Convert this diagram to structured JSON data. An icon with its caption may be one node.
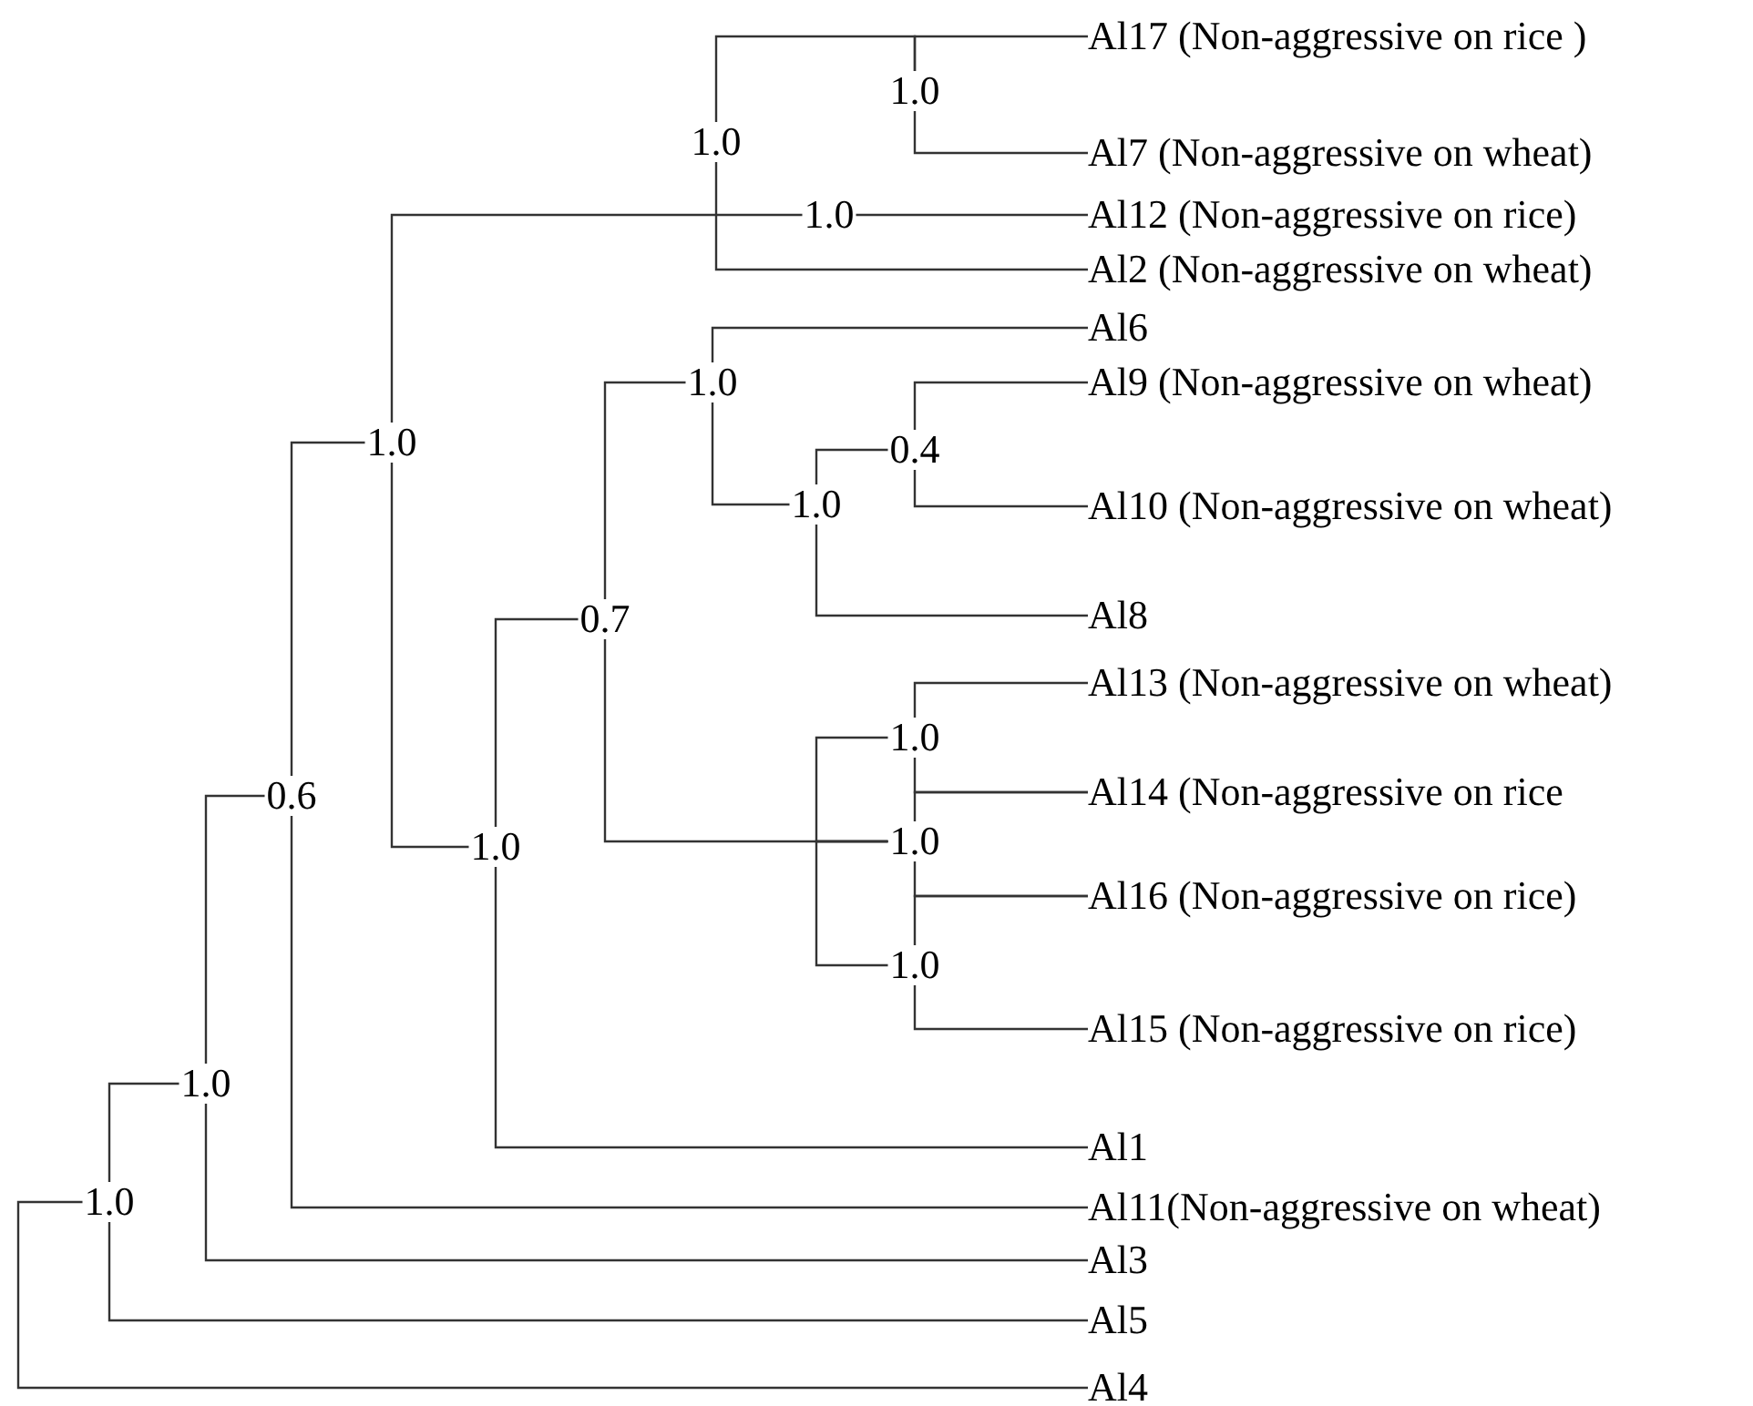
{
  "diagram": {
    "nodes": [
      {
        "text": [
          "Al17 (Non-aggressive on rice )"
        ]
      },
      {
        "text": [
          "1.0"
        ]
      },
      {
        "text": [
          "1.0"
        ]
      },
      {
        "text": [
          "Al7 (Non-aggressive on wheat)"
        ]
      },
      {
        "text": [
          "1.0"
        ]
      },
      {
        "text": [
          "Al12 (Non-aggressive on rice)"
        ]
      },
      {
        "text": [
          "Al2 (Non-aggressive on wheat)"
        ]
      },
      {
        "text": [
          "Al6"
        ]
      },
      {
        "text": [
          "1.0"
        ]
      },
      {
        "text": [
          "Al9 (Non-aggressive on wheat)"
        ]
      },
      {
        "text": [
          "1.0"
        ]
      },
      {
        "text": [
          "0.4"
        ]
      },
      {
        "text": [
          "1.0"
        ]
      },
      {
        "text": [
          "Al10 (Non-aggressive on wheat)"
        ]
      },
      {
        "text": [
          "0.7"
        ]
      },
      {
        "text": [
          "Al8"
        ]
      },
      {
        "text": [
          "Al13 (Non-aggressive on wheat)"
        ]
      },
      {
        "text": [
          "1.0"
        ]
      },
      {
        "text": [
          "0.6"
        ]
      },
      {
        "text": [
          "Al14 (Non-aggressive on rice"
        ]
      },
      {
        "text": [
          "1.0"
        ]
      },
      {
        "text": [
          "1.0"
        ]
      },
      {
        "text": [
          "Al16 (Non-aggressive on rice)"
        ]
      },
      {
        "text": [
          "1.0"
        ]
      },
      {
        "text": [
          "Al15 (Non-aggressive on rice)"
        ]
      },
      {
        "text": [
          "1.0"
        ]
      },
      {
        "text": [
          "Al1"
        ]
      },
      {
        "text": [
          "1.0"
        ]
      },
      {
        "text": [
          "Al11(Non-aggressive on wheat)"
        ]
      },
      {
        "text": [
          "Al3"
        ]
      },
      {
        "text": [
          "Al5"
        ]
      },
      {
        "text": [
          "Al4"
        ]
      }
    ],
    "edges": [
      {
        "from": 1,
        "to": 0,
        "arrow": "none"
      },
      {
        "from": 1,
        "to": 3,
        "arrow": "none"
      },
      {
        "from": 2,
        "to": 1,
        "arrow": "none"
      },
      {
        "from": 2,
        "to": 6,
        "arrow": "none"
      },
      {
        "from": 10,
        "to": 4,
        "arrow": "none"
      },
      {
        "from": 4,
        "to": 5,
        "arrow": "none"
      },
      {
        "from": 8,
        "to": 7,
        "arrow": "none"
      },
      {
        "from": 8,
        "to": 12,
        "arrow": "none"
      },
      {
        "from": 14,
        "to": 8,
        "arrow": "none"
      },
      {
        "from": 12,
        "to": 11,
        "arrow": "none"
      },
      {
        "from": 12,
        "to": 15,
        "arrow": "none"
      },
      {
        "from": 11,
        "to": 9,
        "arrow": "none"
      },
      {
        "from": 11,
        "to": 13,
        "arrow": "none"
      },
      {
        "from": 21,
        "to": 14,
        "arrow": "none"
      },
      {
        "from": 21,
        "to": 26,
        "arrow": "none"
      },
      {
        "from": 10,
        "to": 21,
        "arrow": "none"
      },
      {
        "from": 18,
        "to": 10,
        "arrow": "none"
      },
      {
        "from": 18,
        "to": 28,
        "arrow": "none"
      },
      {
        "from": 25,
        "to": 18,
        "arrow": "none"
      },
      {
        "from": 25,
        "to": 29,
        "arrow": "none"
      },
      {
        "from": 27,
        "to": 25,
        "arrow": "none"
      },
      {
        "from": 27,
        "to": 30,
        "arrow": "none"
      },
      {
        "from": 27,
        "to": 31,
        "arrow": "none"
      },
      {
        "from": 14,
        "to": 20,
        "arrow": "none"
      },
      {
        "from": 20,
        "to": 17,
        "arrow": "none"
      },
      {
        "from": 20,
        "to": 23,
        "arrow": "none"
      },
      {
        "from": 17,
        "to": 16,
        "arrow": "none"
      },
      {
        "from": 17,
        "to": 19,
        "arrow": "none"
      },
      {
        "from": 20,
        "to": 19,
        "arrow": "none"
      },
      {
        "from": 20,
        "to": 22,
        "arrow": "none"
      },
      {
        "from": 23,
        "to": 22,
        "arrow": "none"
      },
      {
        "from": 23,
        "to": 24,
        "arrow": "none"
      }
    ]
  }
}
